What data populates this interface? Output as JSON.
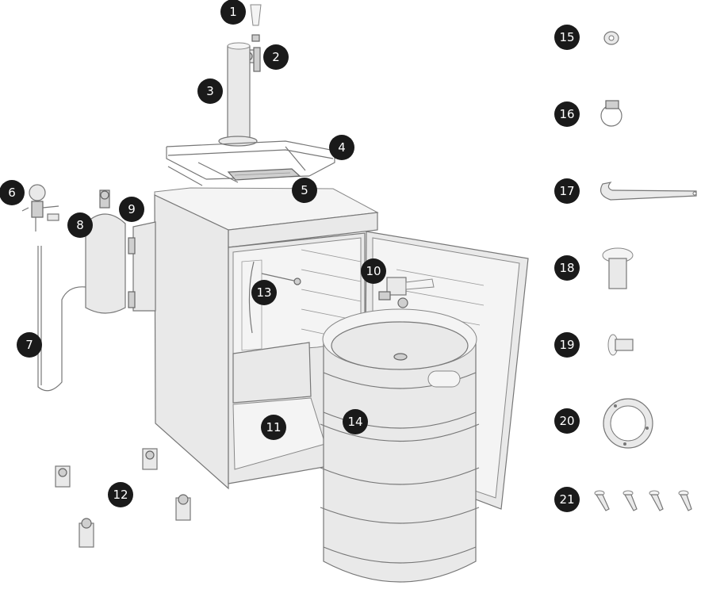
{
  "markers": [
    "1",
    "2",
    "3",
    "4",
    "5",
    "6",
    "7",
    "8",
    "9",
    "10",
    "11",
    "12",
    "13",
    "14",
    "15",
    "16",
    "17",
    "18",
    "19",
    "20",
    "21"
  ],
  "colors": {
    "marker_fill": "#1a1a1a",
    "marker_text": "#ffffff",
    "part_fill": "#e9e9e9",
    "part_stroke": "#777777"
  },
  "parts": [
    {
      "marker": "1",
      "icon": "tap-handle"
    },
    {
      "marker": "2",
      "icon": "faucet"
    },
    {
      "marker": "3",
      "icon": "tower-column"
    },
    {
      "marker": "4",
      "icon": "guard-rail"
    },
    {
      "marker": "5",
      "icon": "drip-tray"
    },
    {
      "marker": "6",
      "icon": "co2-regulator"
    },
    {
      "marker": "7",
      "icon": "gas-hose"
    },
    {
      "marker": "8",
      "icon": "co2-cylinder"
    },
    {
      "marker": "9",
      "icon": "cylinder-bracket"
    },
    {
      "marker": "10",
      "icon": "keg-coupler"
    },
    {
      "marker": "11",
      "icon": "floor-plate"
    },
    {
      "marker": "12",
      "icon": "casters"
    },
    {
      "marker": "13",
      "icon": "beer-line"
    },
    {
      "marker": "14",
      "icon": "keg"
    },
    {
      "marker": "15",
      "icon": "washer"
    },
    {
      "marker": "16",
      "icon": "hose-clamp"
    },
    {
      "marker": "17",
      "icon": "spanner-wrench"
    },
    {
      "marker": "18",
      "icon": "plug-cap"
    },
    {
      "marker": "19",
      "icon": "small-plug"
    },
    {
      "marker": "20",
      "icon": "flange-gasket"
    },
    {
      "marker": "21",
      "icon": "screws"
    }
  ]
}
